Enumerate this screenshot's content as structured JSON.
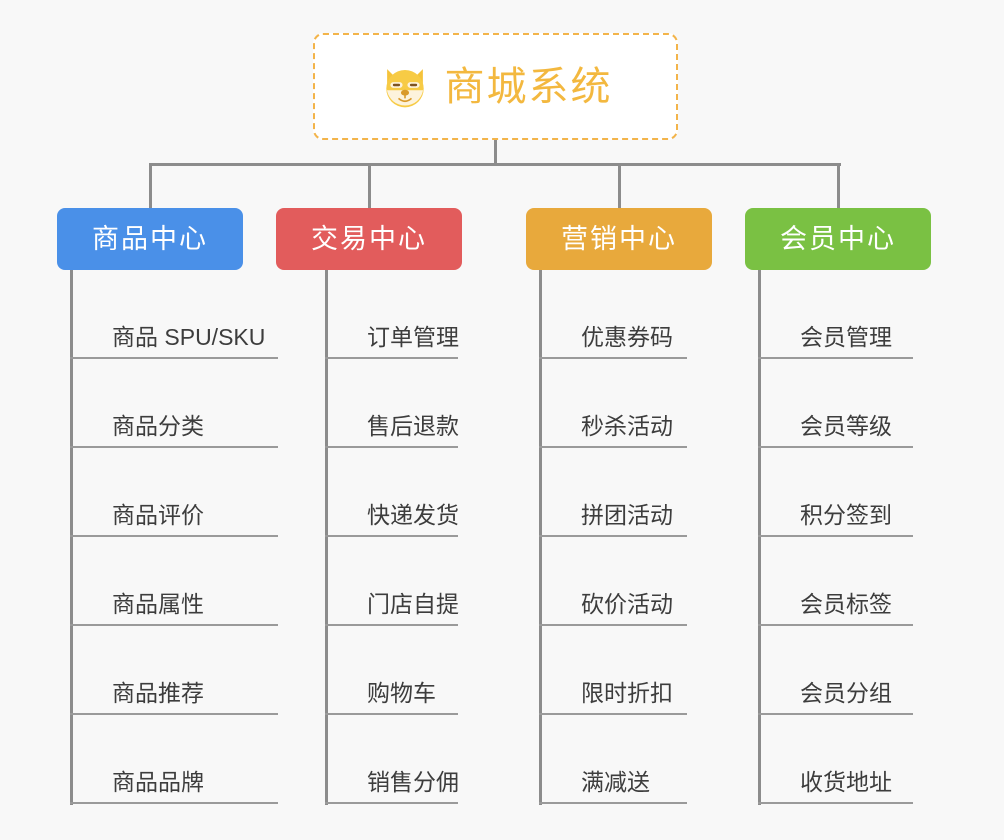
{
  "page": {
    "background_color": "#f8f8f8",
    "type": "mindmap"
  },
  "root": {
    "title": "商城系统",
    "icon": "dog-face-icon",
    "border_color": "#f3b44a",
    "text_color": "#f3b83f",
    "background_color": "#ffffff"
  },
  "connector_color": "#8c8c8c",
  "branches": [
    {
      "label": "商品中心",
      "color": "#4a90e8",
      "items": [
        "商品 SPU/SKU",
        "商品分类",
        "商品评价",
        "商品属性",
        "商品推荐",
        "商品品牌"
      ]
    },
    {
      "label": "交易中心",
      "color": "#e25c5c",
      "items": [
        "订单管理",
        "售后退款",
        "快递发货",
        "门店自提",
        "购物车",
        "销售分佣"
      ]
    },
    {
      "label": "营销中心",
      "color": "#e8a93c",
      "items": [
        "优惠券码",
        "秒杀活动",
        "拼团活动",
        "砍价活动",
        "限时折扣",
        "满减送"
      ]
    },
    {
      "label": "会员中心",
      "color": "#7ac143",
      "items": [
        "会员管理",
        "会员等级",
        "积分签到",
        "会员标签",
        "会员分组",
        "收货地址"
      ]
    }
  ]
}
